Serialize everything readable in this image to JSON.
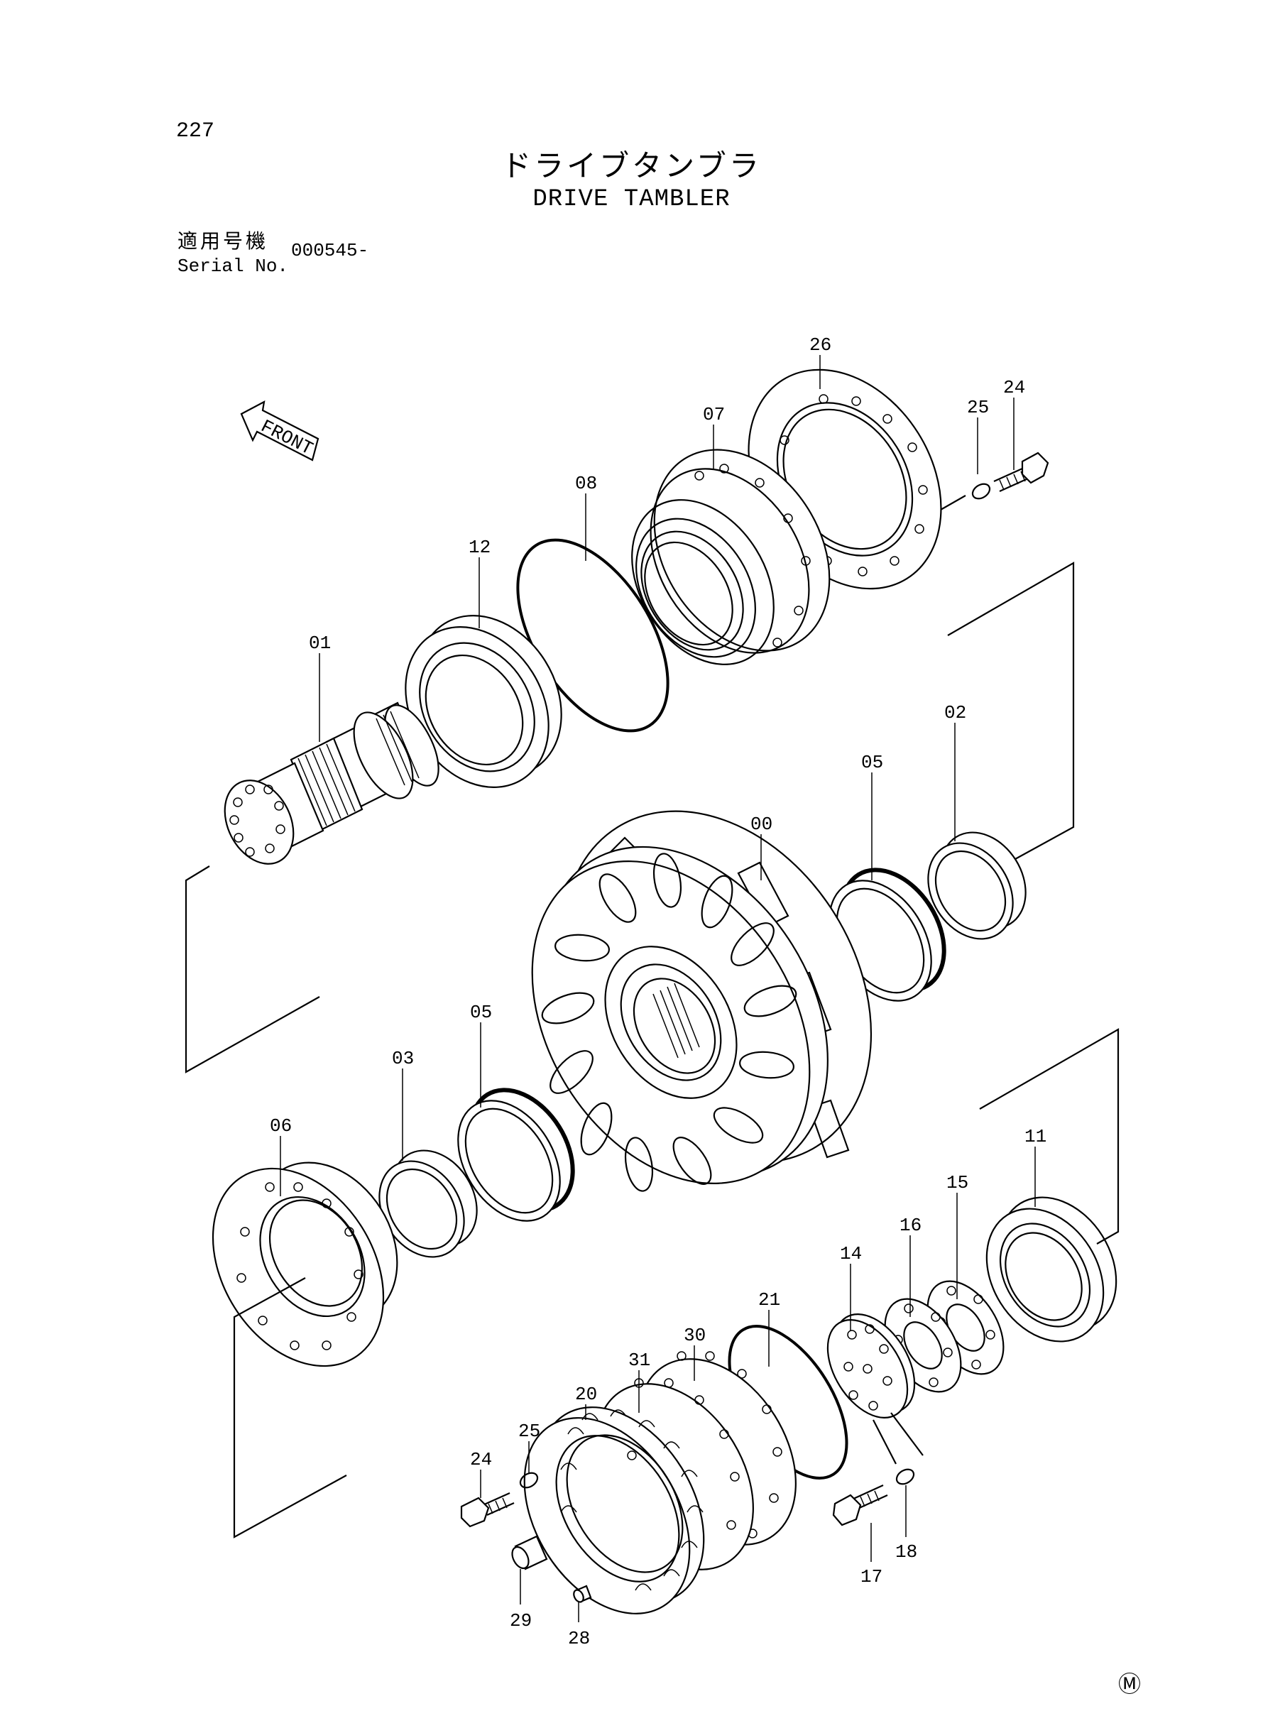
{
  "page_number": "227",
  "title_jp": "ドライブタンブラ",
  "title_en": "DRIVE TAMBLER",
  "applicable_serial_label_jp": "適用号機",
  "serial_label_en": "Serial No.",
  "serial_value": "000545-",
  "front_arrow_label": "FRONT",
  "mark_symbol": "Ⓜ",
  "part_labels": {
    "p00": "00",
    "p01": "01",
    "p02": "02",
    "p03": "03",
    "p05a": "05",
    "p05b": "05",
    "p06": "06",
    "p07": "07",
    "p08": "08",
    "p11": "11",
    "p12": "12",
    "p14": "14",
    "p15": "15",
    "p16": "16",
    "p17": "17",
    "p18": "18",
    "p20": "20",
    "p21": "21",
    "p24a": "24",
    "p24b": "24",
    "p25a": "25",
    "p25b": "25",
    "p26": "26",
    "p28": "28",
    "p29": "29",
    "p30": "30",
    "p31": "31"
  }
}
